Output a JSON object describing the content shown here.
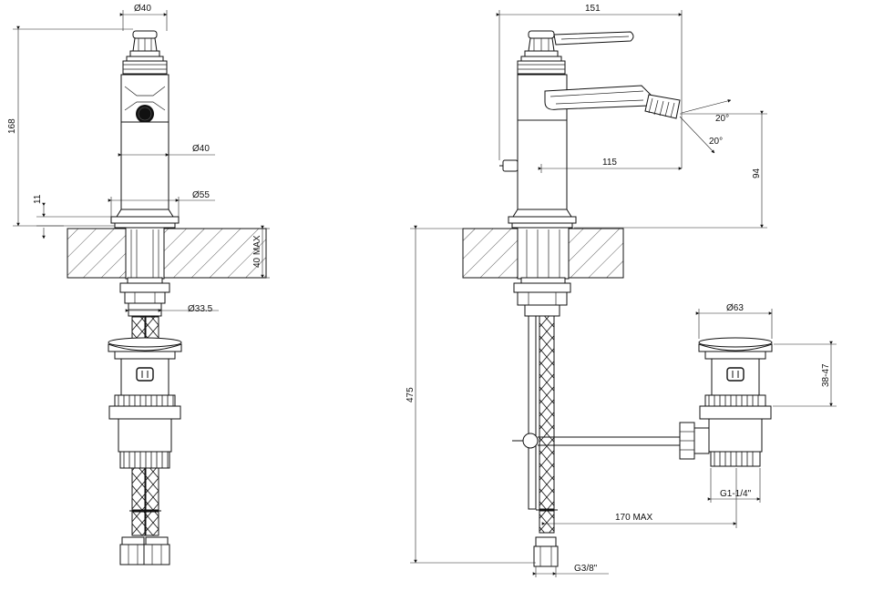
{
  "dimensions": {
    "front_top_diameter": "Ø40",
    "front_height": "168",
    "front_body_diameter": "Ø40",
    "front_base_diameter": "Ø55",
    "front_base_height": "11",
    "deck_thickness": "40 MAX",
    "shank_diameter": "Ø33.5",
    "side_overall_width": "151",
    "spout_reach": "115",
    "spray_angle_up": "20°",
    "spray_angle_down": "20°",
    "spout_height": "94",
    "overall_length": "475",
    "waste_diameter": "Ø63",
    "waste_height": "38-47",
    "waste_thread": "G1-1/4\"",
    "rod_reach": "170 MAX",
    "supply_thread": "G3/8\""
  },
  "colors": {
    "line": "#111111",
    "hatch": "#333333",
    "background": "#ffffff"
  }
}
